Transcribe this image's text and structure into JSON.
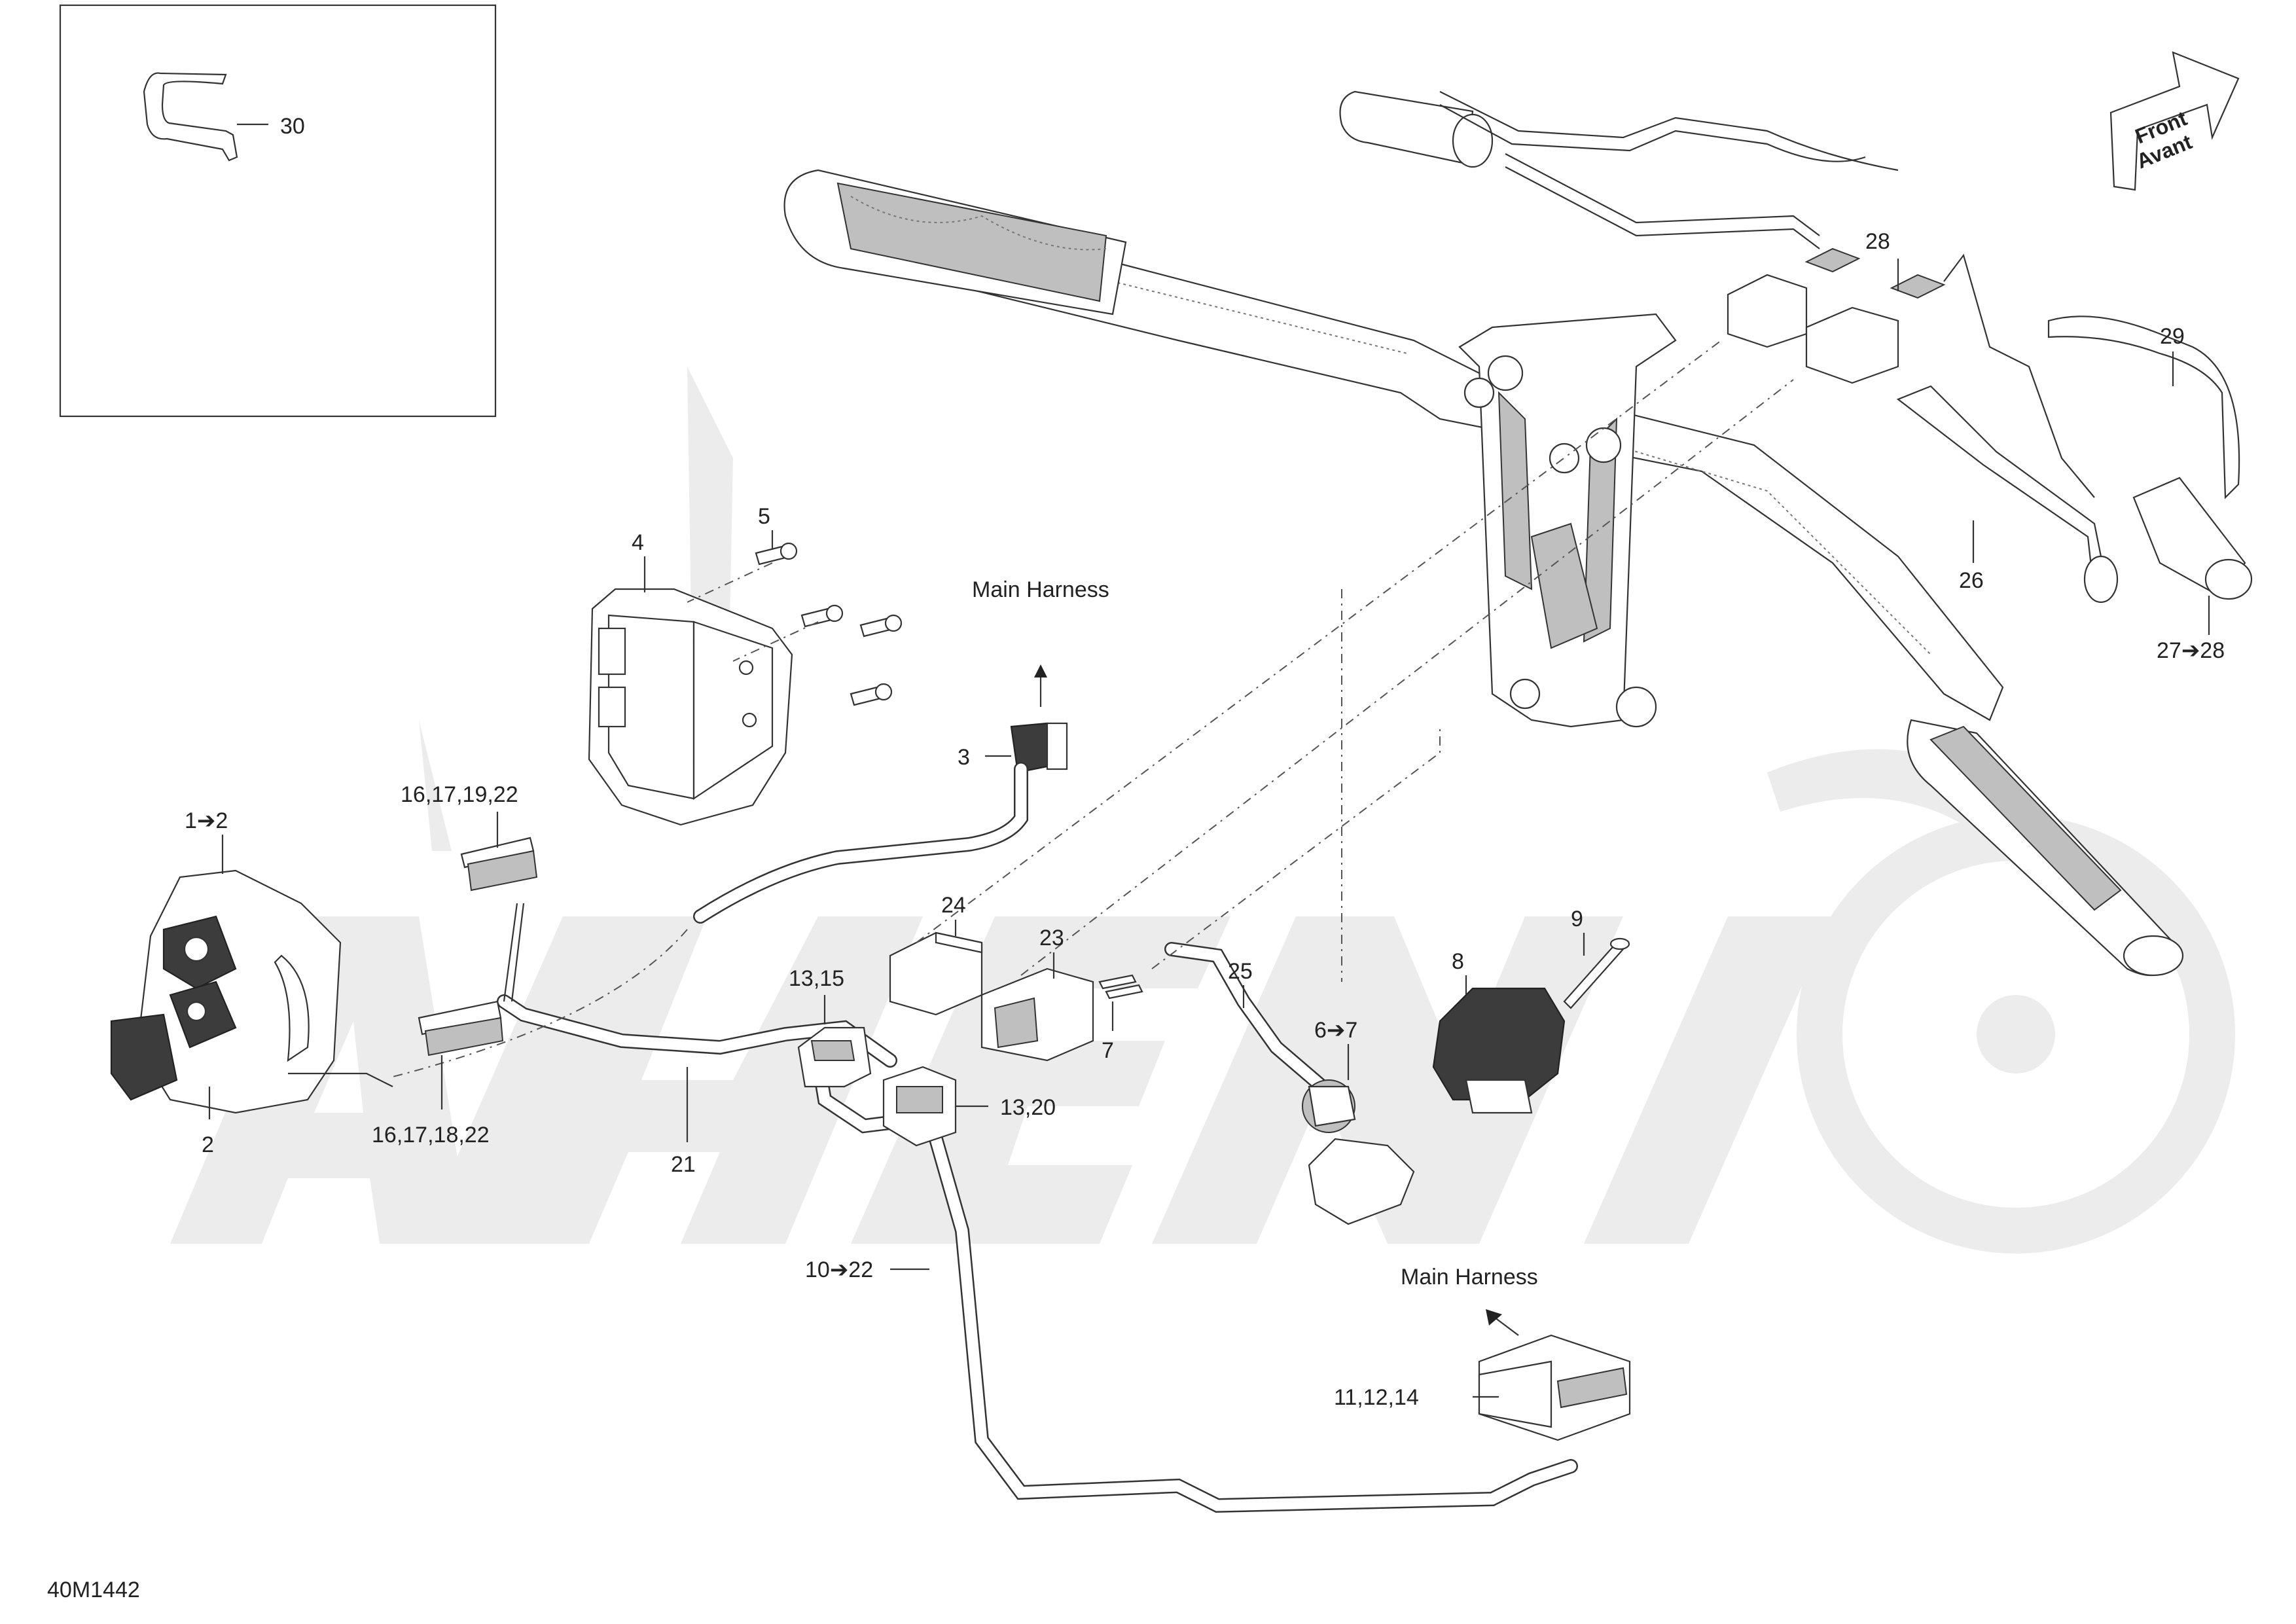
{
  "diagram": {
    "code": "40M1442",
    "direction_arrow": {
      "line1": "Front",
      "line2": "Avant"
    },
    "notes": {
      "main_harness_top": "Main Harness",
      "main_harness_bottom": "Main Harness"
    },
    "callouts": {
      "c30": "30",
      "c5": "5",
      "c4": "4",
      "c3": "3",
      "c16_17_19_22": "16,17,19,22",
      "c1_2": "1➔2",
      "c2": "2",
      "c16_17_18_22": "16,17,18,22",
      "c21": "21",
      "c13_15": "13,15",
      "c13_20": "13,20",
      "c24": "24",
      "c23": "23",
      "c7": "7",
      "c25": "25",
      "c6_7": "6➔7",
      "c8": "8",
      "c9": "9",
      "c10_22": "10➔22",
      "c11_12_14": "11,12,14",
      "c28": "28",
      "c29": "29",
      "c26": "26",
      "c27_28": "27➔28"
    },
    "colors": {
      "line": "#333333",
      "watermark": "#ececec",
      "dark_part": "#3c3c3c"
    }
  }
}
